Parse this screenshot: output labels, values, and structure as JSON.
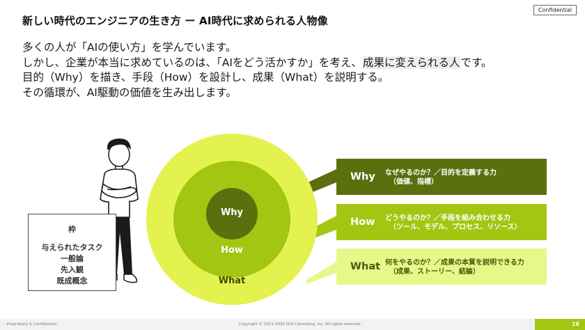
{
  "header": {
    "confidential": "Confidential",
    "title": "新しい時代のエンジニアの生き方 ー AI時代に求められる人物像"
  },
  "body": {
    "line1": "多くの人が「AIの使い方」を学んでいます。",
    "line2_part1": "しかし、企業が本当に求めているのは、「AIをどう活かすか」を考え、",
    "line2_highlight": "成果に変えられる人",
    "line2_part2": "です。",
    "line3": "目的（Why）を描き、手段（How）を設計し、成果（What）を説明する。",
    "line4": "その循環が、AI駆動の価値を生み出します。"
  },
  "frame_box": {
    "title": "枠",
    "items": [
      "与えられたタスク",
      "一般論",
      "先入観",
      "既成概念"
    ]
  },
  "circles": {
    "inner": "Why",
    "middle": "How",
    "outer": "What"
  },
  "rows": {
    "why": {
      "label": "Why",
      "desc": "なぜやるのか？／目的を定義する力",
      "sub": "（価値、指標）"
    },
    "how": {
      "label": "How",
      "desc": "どうやるのか？／手段を組み合わせる力",
      "sub": "（ツール、モデル、プロセス、リソース）"
    },
    "what": {
      "label": "What",
      "desc": "何をやるのか？／成果の本質を説明できる力",
      "sub": "（成果、ストーリー、結論）"
    }
  },
  "colors": {
    "dark_green": "#5b6f0e",
    "mid_green": "#a2c612",
    "light_green": "#e8f78a"
  },
  "footer": {
    "left": "- Proprietary & Confidential -",
    "center": "Copyright © 2011-2025 ULS Consulting, Inc.  All rights reserved.",
    "page": "16"
  }
}
